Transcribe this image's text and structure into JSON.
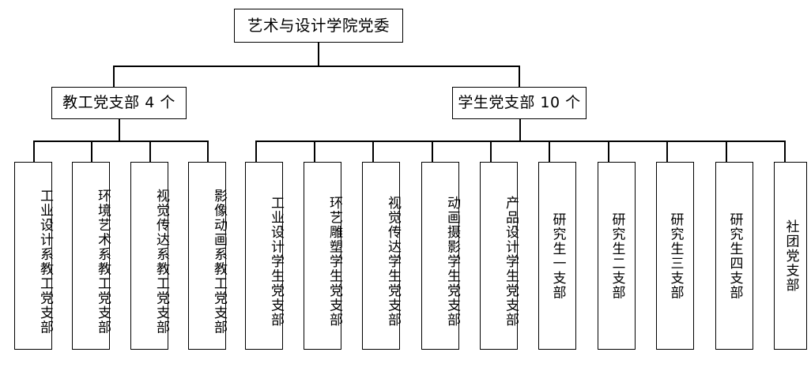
{
  "diagram": {
    "title_root": "艺术与设计学院党委",
    "level2": [
      {
        "id": "faculty",
        "label": "教工党支部 4 个"
      },
      {
        "id": "student",
        "label": "学生党支部 10 个"
      }
    ],
    "faculty_branches": [
      {
        "label": "工业设计系教工党支部"
      },
      {
        "label": "环境艺术系教工党支部"
      },
      {
        "label": "视觉传达系教工党支部"
      },
      {
        "label": "影像动画系教工党支部"
      }
    ],
    "student_branches": [
      {
        "label": "工业设计学生党支部"
      },
      {
        "label": "环艺雕塑学生党支部"
      },
      {
        "label": "视觉传达学生党支部"
      },
      {
        "label": "动画摄影学生党支部"
      },
      {
        "label": "产品设计学生党支部"
      },
      {
        "label": "研究生一支部"
      },
      {
        "label": "研究生二支部"
      },
      {
        "label": "研究生三支部"
      },
      {
        "label": "研究生四支部"
      },
      {
        "label": "社团党支部"
      }
    ],
    "colors": {
      "line": "#000000",
      "box_fill": "#ffffff",
      "text": "#000000",
      "background": "#ffffff"
    }
  }
}
